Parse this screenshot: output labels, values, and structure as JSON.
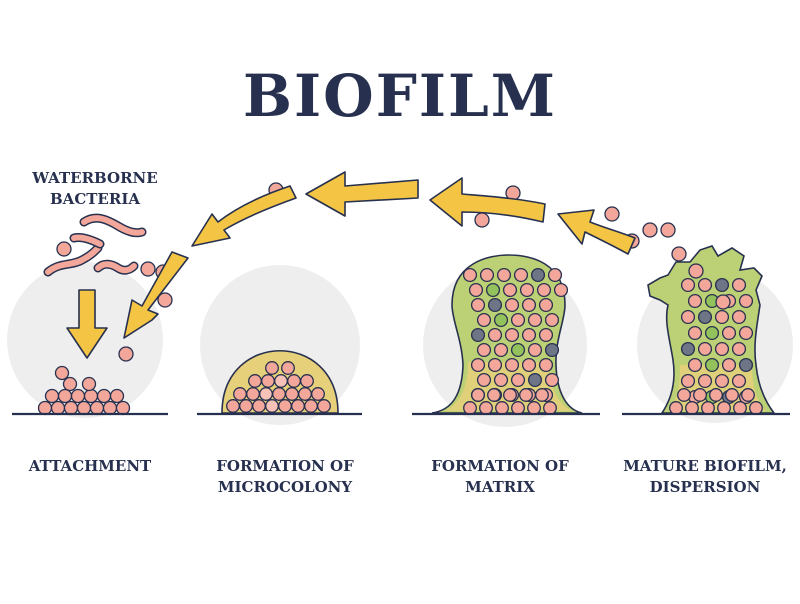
{
  "title": "BIOFILM",
  "source_label": [
    "WATERBORNE",
    "BACTERIA"
  ],
  "stages": [
    {
      "lines": [
        "ATTACHMENT"
      ]
    },
    {
      "lines": [
        "FORMATION OF",
        "MICROCOLONY"
      ]
    },
    {
      "lines": [
        "FORMATION OF",
        "MATRIX"
      ]
    },
    {
      "lines": [
        "MATURE BIOFILM,",
        "DISPERSION"
      ]
    }
  ],
  "colors": {
    "ink": "#27314f",
    "arrow": "#f4c544",
    "bacteria": "#f3a79a",
    "matrix": "#bcd075",
    "matrix_base": "#e6d07a",
    "backdrop": "#eeeeee",
    "dark_cell": "#6e7587",
    "green_cell": "#93c25c"
  }
}
